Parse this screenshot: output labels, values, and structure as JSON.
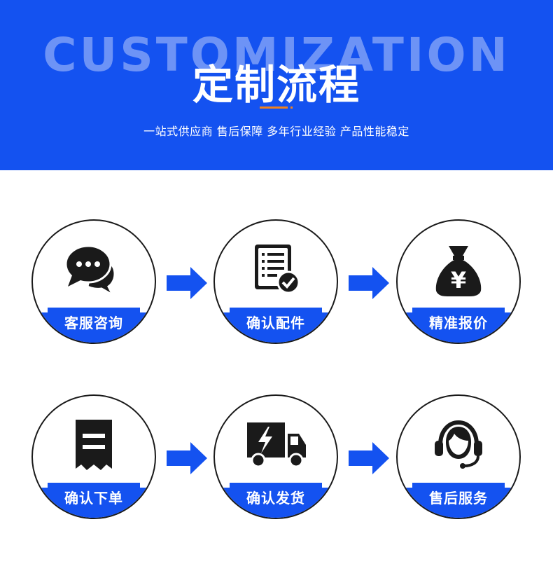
{
  "header": {
    "bg_word": "CUSTOMIZATION",
    "title": "定制流程",
    "subtitle": "一站式供应商 售后保障 多年行业经验 产品性能稳定"
  },
  "colors": {
    "brand_blue": "#1452f0",
    "accent_orange": "#f0821e",
    "icon_dark": "#1a1a1a"
  },
  "steps": [
    {
      "label": "客服咨询",
      "icon": "chat-bubbles-icon"
    },
    {
      "label": "确认配件",
      "icon": "checklist-document-icon"
    },
    {
      "label": "精准报价",
      "icon": "money-bag-icon"
    },
    {
      "label": "确认下单",
      "icon": "receipt-icon"
    },
    {
      "label": "确认发货",
      "icon": "delivery-truck-icon"
    },
    {
      "label": "售后服务",
      "icon": "headset-support-icon"
    }
  ]
}
